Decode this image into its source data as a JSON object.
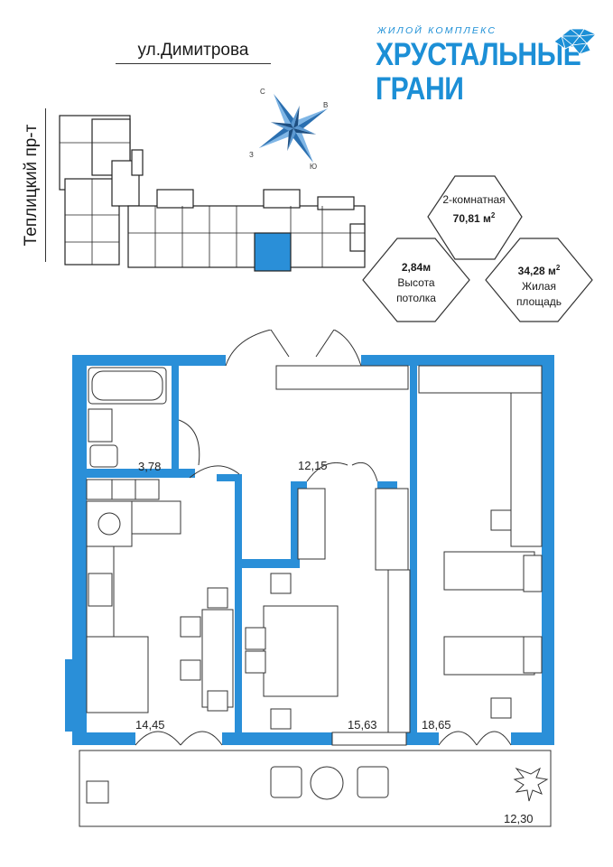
{
  "streets": {
    "top": "ул.Димитрова",
    "side": "Теплицкий пр-т"
  },
  "logo": {
    "tagline": "ЖИЛОЙ КОМПЛЕКС",
    "name_line1": "ХРУСТАЛЬНЫЕ",
    "name_line2": "ГРАНИ"
  },
  "compass": {
    "north": "С",
    "east": "В",
    "south": "Ю",
    "west": "З"
  },
  "specs": {
    "type": "2-комнатная",
    "total_area_value": "70,81 м",
    "total_area_sup": "2",
    "ceiling_value": "2,84м",
    "ceiling_label_1": "Высота",
    "ceiling_label_2": "потолка",
    "living_value": "34,28 м",
    "living_sup": "2",
    "living_label_1": "Жилая",
    "living_label_2": "площадь"
  },
  "rooms": {
    "bathroom": "3,78",
    "hall": "12,15",
    "kitchen": "14,45",
    "bedroom": "15,63",
    "living_room": "18,65",
    "loggia": "12,30"
  },
  "colors": {
    "accent": "#1c8fd6",
    "wall": "#2a8fd8"
  }
}
